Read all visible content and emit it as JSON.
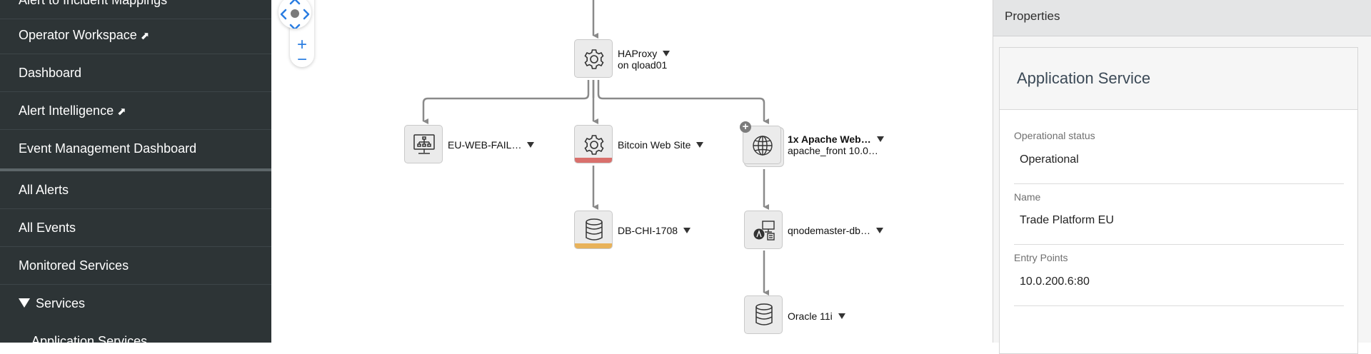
{
  "sidebar": {
    "items": [
      {
        "label": "Alert to Incident Mappings",
        "external": false
      },
      {
        "label": "Operator Workspace",
        "external": true
      },
      {
        "label": "Dashboard",
        "external": false
      },
      {
        "label": "Alert Intelligence",
        "external": true
      },
      {
        "label": "Event Management Dashboard",
        "external": false
      },
      {
        "label": "All Alerts",
        "external": false
      },
      {
        "label": "All Events",
        "external": false
      },
      {
        "label": "Monitored Services",
        "external": false
      },
      {
        "label": "Services",
        "expanded": true
      },
      {
        "label": "Application Services",
        "external": false
      }
    ],
    "external_glyph": "⬈"
  },
  "map": {
    "zoom_in": "+",
    "zoom_out": "−",
    "nodes": {
      "haproxy": {
        "name": "HAProxy",
        "sub": "on qload01",
        "icon": "gear-icon"
      },
      "eu_web": {
        "name": "EU-WEB-FAIL…",
        "icon": "network-monitor-icon"
      },
      "bitcoin": {
        "name": "Bitcoin Web Site",
        "icon": "gear-icon",
        "status_color": "#d9706c"
      },
      "apache": {
        "name": "1x Apache Web…",
        "sub": "apache_front 10.0…",
        "icon": "globe-icon",
        "badge": "+"
      },
      "db_chi": {
        "name": "DB-CHI-1708",
        "icon": "database-icon",
        "status_color": "#e8b25a"
      },
      "qnode": {
        "name": "qnodemaster-db…",
        "icon": "linux-server-icon"
      },
      "oracle": {
        "name": "Oracle 11i",
        "icon": "database-icon"
      }
    }
  },
  "properties": {
    "header": "Properties",
    "card_title": "Application Service",
    "fields": [
      {
        "label": "Operational status",
        "value": "Operational"
      },
      {
        "label": "Name",
        "value": "Trade Platform EU"
      },
      {
        "label": "Entry Points",
        "value": "10.0.200.6:80"
      }
    ]
  },
  "colors": {
    "sidebar_bg": "#2d3436",
    "accent": "#2a7de1",
    "critical": "#d9706c",
    "warning": "#e8b25a"
  }
}
